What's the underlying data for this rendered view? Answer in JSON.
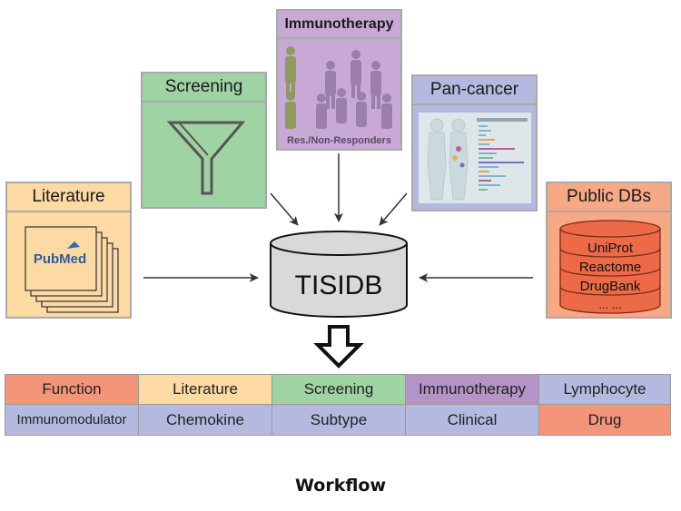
{
  "sources": {
    "literature": {
      "title": "Literature",
      "logo": "PubMed",
      "color": "#fdd9a3"
    },
    "screening": {
      "title": "Screening",
      "color": "#9fd3a4"
    },
    "immunotherapy": {
      "title": "Immunotherapy",
      "caption": "Res./Non-Responders",
      "color": "#c8a9d6"
    },
    "pancancer": {
      "title": "Pan-cancer",
      "color": "#b4b9e0"
    },
    "publicdbs": {
      "title": "Public DBs",
      "items": [
        "UniProt",
        "Reactome",
        "DrugBank",
        "... ..."
      ],
      "color": "#f7a885"
    }
  },
  "center": {
    "label": "TISIDB"
  },
  "categories": {
    "row1": [
      {
        "label": "Function",
        "color": "#f4957a"
      },
      {
        "label": "Literature",
        "color": "#fdd9a3"
      },
      {
        "label": "Screening",
        "color": "#9fd3a4"
      },
      {
        "label": "Immunotherapy",
        "color": "#b493c6"
      },
      {
        "label": "Lymphocyte",
        "color": "#b4b9e0"
      }
    ],
    "row2": [
      {
        "label": "Immunomodulator",
        "color": "#b4b9e0"
      },
      {
        "label": "Chemokine",
        "color": "#b4b9e0"
      },
      {
        "label": "Subtype",
        "color": "#b4b9e0"
      },
      {
        "label": "Clinical",
        "color": "#b4b9e0"
      },
      {
        "label": "Drug",
        "color": "#f4957a"
      }
    ]
  },
  "caption": "Workflow"
}
